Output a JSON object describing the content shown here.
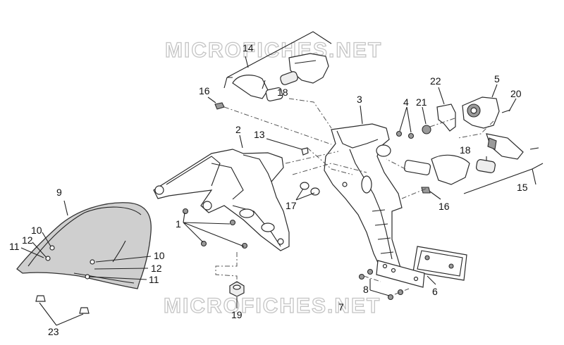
{
  "watermark": {
    "text": "MICROFICHES.NET"
  },
  "labels": [
    {
      "id": "1",
      "text": "1"
    },
    {
      "id": "2",
      "text": "2"
    },
    {
      "id": "3",
      "text": "3"
    },
    {
      "id": "4",
      "text": "4"
    },
    {
      "id": "5",
      "text": "5"
    },
    {
      "id": "6",
      "text": "6"
    },
    {
      "id": "7",
      "text": "7"
    },
    {
      "id": "8",
      "text": "8"
    },
    {
      "id": "9",
      "text": "9"
    },
    {
      "id": "10a",
      "text": "10"
    },
    {
      "id": "10b",
      "text": "10"
    },
    {
      "id": "11a",
      "text": "11"
    },
    {
      "id": "11b",
      "text": "11"
    },
    {
      "id": "12a",
      "text": "12"
    },
    {
      "id": "12b",
      "text": "12"
    },
    {
      "id": "13",
      "text": "13"
    },
    {
      "id": "14",
      "text": "14"
    },
    {
      "id": "15",
      "text": "15"
    },
    {
      "id": "16a",
      "text": "16"
    },
    {
      "id": "16b",
      "text": "16"
    },
    {
      "id": "17",
      "text": "17"
    },
    {
      "id": "18a",
      "text": "18"
    },
    {
      "id": "18b",
      "text": "18"
    },
    {
      "id": "19",
      "text": "19"
    },
    {
      "id": "20",
      "text": "20"
    },
    {
      "id": "21",
      "text": "21"
    },
    {
      "id": "22",
      "text": "22"
    },
    {
      "id": "23",
      "text": "23"
    }
  ]
}
